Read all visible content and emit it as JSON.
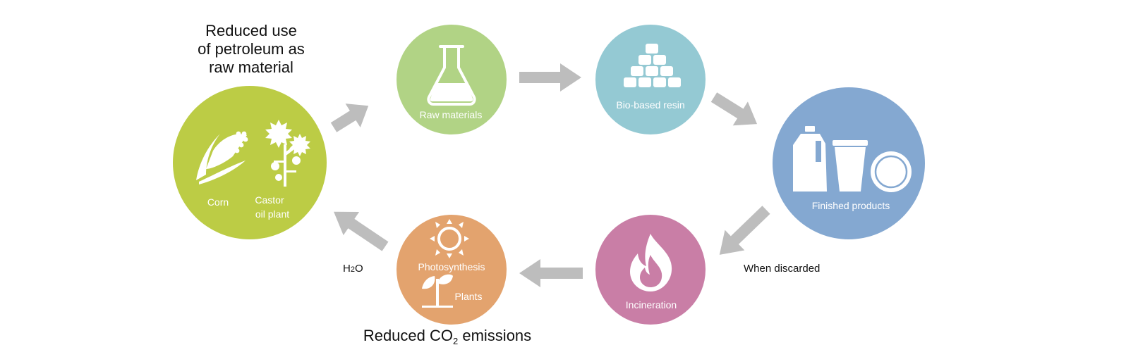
{
  "colors": {
    "sources": "#bccc45",
    "raw_materials": "#b1d385",
    "resin": "#94c9d3",
    "products": "#84a8d1",
    "incineration": "#c97ea6",
    "plants": "#e3a36e",
    "arrow": "#bdbdbd",
    "icon": "#ffffff"
  },
  "headings": {
    "petroleum_line1": "Reduced use",
    "petroleum_line2": "of petroleum as",
    "petroleum_line3": "raw material",
    "co2_prefix": "Reduced CO",
    "co2_sub": "2",
    "co2_suffix": " emissions"
  },
  "side_labels": {
    "h2o_h": "H",
    "h2o_sub": "2",
    "h2o_o": "O",
    "when_discarded": "When discarded"
  },
  "nodes": {
    "sources": {
      "corn": "Corn",
      "castor_line1": "Castor",
      "castor_line2": "oil plant",
      "icons": [
        "corn-icon",
        "castor-oil-plant-icon"
      ]
    },
    "raw_materials": {
      "label": "Raw materials",
      "icon": "flask-icon"
    },
    "resin": {
      "label": "Bio-based resin",
      "icon": "resin-pellets-icon"
    },
    "products": {
      "label": "Finished products",
      "icons": [
        "bottle-icon",
        "cup-icon",
        "plate-icon"
      ]
    },
    "incineration": {
      "label": "Incineration",
      "icon": "flame-icon"
    },
    "plants": {
      "label_photosynthesis": "Photosynthesis",
      "label_plants": "Plants",
      "icons": [
        "sun-icon",
        "sprout-icon"
      ]
    }
  }
}
